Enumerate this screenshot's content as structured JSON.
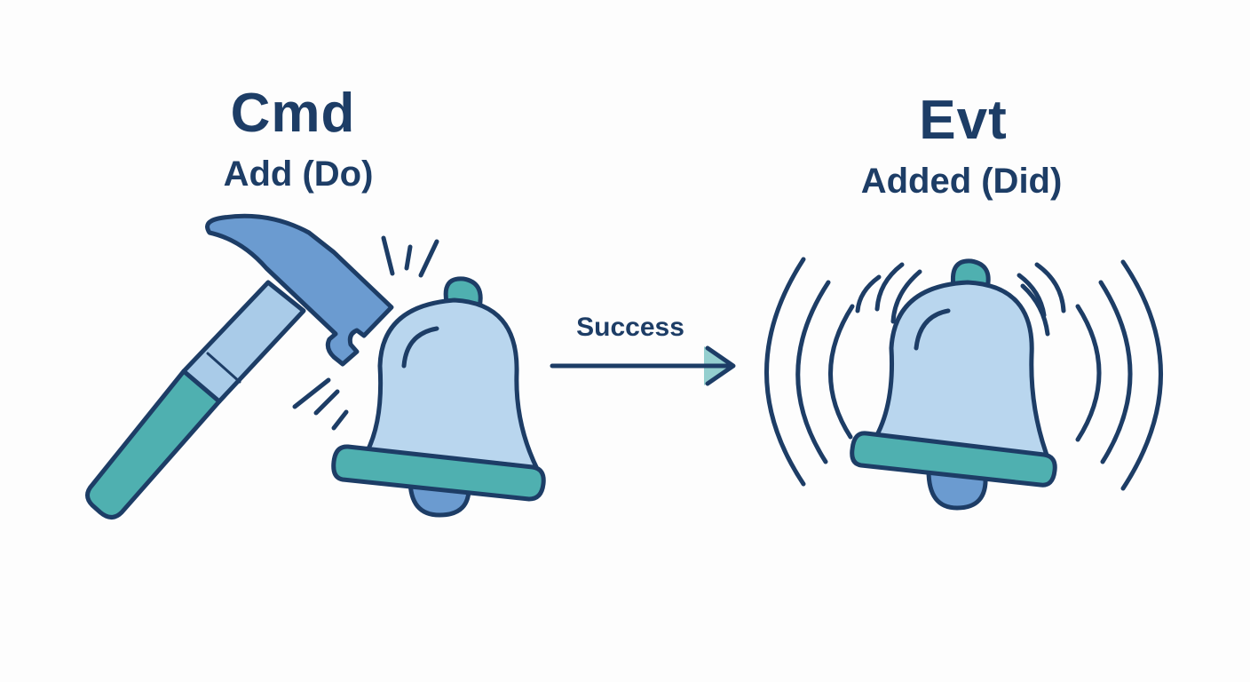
{
  "command": {
    "title": "Cmd",
    "subtitle": "Add (Do)"
  },
  "event": {
    "title": "Evt",
    "subtitle": "Added (Did)"
  },
  "arrow": {
    "label": "Success"
  },
  "icons": {
    "command": [
      "hammer-icon",
      "bell-icon"
    ],
    "event": [
      "ringing-bell-icon"
    ]
  },
  "colors": {
    "outline": "#1d3d66",
    "hammer_head": "#6b9bd0",
    "hammer_shaft": "#a9cbe8",
    "handle_grip": "#4fb0b0",
    "bell_body": "#b9d6ee",
    "bell_rim": "#4fb0b0",
    "bell_clapper": "#6b9bd0",
    "bell_top": "#4fb0b0",
    "background": "#fdfdfd"
  }
}
